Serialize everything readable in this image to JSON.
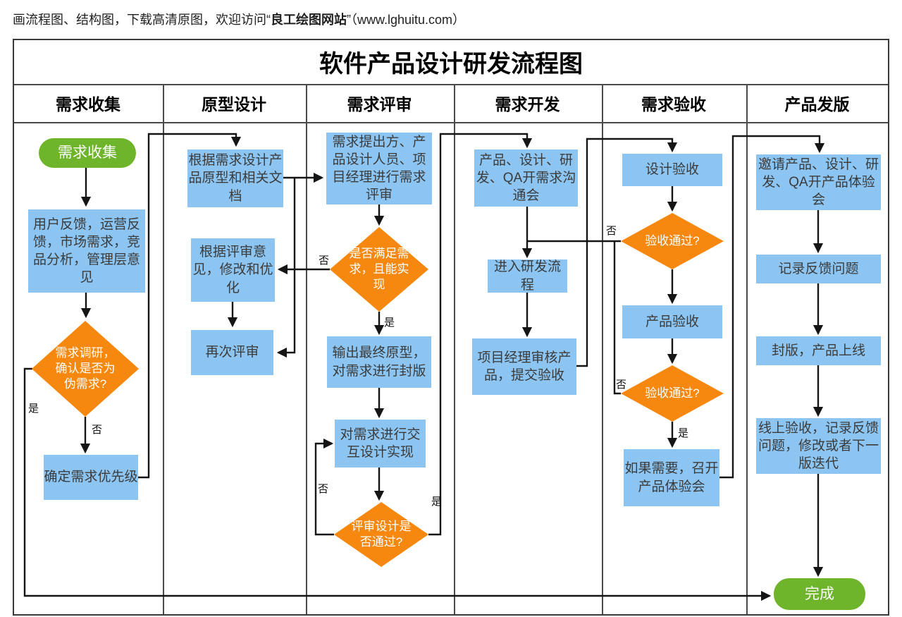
{
  "banner": {
    "prefix": "画流程图、结构图，下载高清原图，欢迎访问“",
    "brand": "良工绘图网站",
    "suffix": "”（www.lghuitu.com）"
  },
  "title": "软件产品设计研发流程图",
  "columns": [
    "需求收集",
    "原型设计",
    "需求评审",
    "需求开发",
    "需求验收",
    "产品发版"
  ],
  "labels": {
    "yes": "是",
    "no": "否"
  },
  "nodes": {
    "start": "需求收集",
    "collect_sources": "用户反馈，运营反馈，市场需求，竞品分析，管理层意见",
    "research_decision": "需求调研，确认是否为伪需求?",
    "set_priority": "确定需求优先级",
    "design_prototype": "根据需求设计产品原型和相关文档",
    "revise_optimize": "根据评审意见，修改和优化",
    "re_review": "再次评审",
    "review_meeting": "需求提出方、产品设计人员、项目经理进行需求评审",
    "satisfy_decision": "是否满足需求，且能实现",
    "finalize_prototype": "输出最终原型，对需求进行封版",
    "interaction_design": "对需求进行交互设计实现",
    "design_pass_decision": "评审设计是否通过?",
    "dev_kickoff": "产品、设计、研发、QA开需求沟通会",
    "dev_process": "进入研发流程",
    "pm_review": "项目经理审核产品，提交验收",
    "design_accept": "设计验收",
    "accept_decision_1": "验收通过?",
    "product_accept": "产品验收",
    "accept_decision_2": "验收通过?",
    "experience_meeting": "如果需要，召开产品体验会",
    "invite_experience": "邀请产品、设计、研发、QA开产品体验会",
    "record_feedback": "记录反馈问题",
    "seal_launch": "封版，产品上线",
    "online_accept": "线上验收，记录反馈问题，修改或者下一版迭代",
    "done": "完成"
  },
  "colors": {
    "process_fill": "#8CC5F2",
    "decision_fill": "#F6880F",
    "terminal_fill": "#6FB52C",
    "line": "#151515",
    "border": "#3a3a3a"
  }
}
